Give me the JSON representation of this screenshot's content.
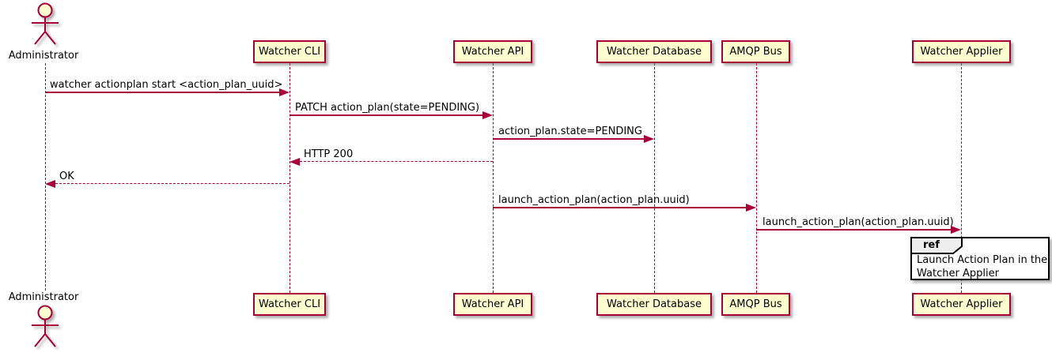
{
  "diagram": {
    "type": "sequence",
    "colors": {
      "background": "#FFFFFF",
      "participant_fill": "#FEFECE",
      "stroke": "#A80036",
      "text": "#000000",
      "ref_border": "#000000",
      "ref_tab_fill": "#EEEEEE"
    },
    "actor": {
      "name": "Administrator"
    },
    "participants": [
      {
        "label": "Watcher CLI"
      },
      {
        "label": "Watcher API"
      },
      {
        "label": "Watcher Database"
      },
      {
        "label": "AMQP Bus"
      },
      {
        "label": "Watcher Applier"
      }
    ],
    "messages": [
      {
        "from": "Administrator",
        "to": "Watcher CLI",
        "style": "solid",
        "label": "watcher actionplan start <action_plan_uuid>"
      },
      {
        "from": "Watcher CLI",
        "to": "Watcher API",
        "style": "solid",
        "label": "PATCH action_plan(state=PENDING)"
      },
      {
        "from": "Watcher API",
        "to": "Watcher Database",
        "style": "solid",
        "label": "action_plan.state=PENDING"
      },
      {
        "from": "Watcher API",
        "to": "Watcher CLI",
        "style": "dashed",
        "label": "HTTP 200"
      },
      {
        "from": "Watcher CLI",
        "to": "Administrator",
        "style": "dashed",
        "label": "OK"
      },
      {
        "from": "Watcher API",
        "to": "AMQP Bus",
        "style": "solid",
        "label": "launch_action_plan(action_plan.uuid)"
      },
      {
        "from": "AMQP Bus",
        "to": "Watcher Applier",
        "style": "solid",
        "label": "launch_action_plan(action_plan.uuid)"
      }
    ],
    "ref": {
      "keyword": "ref",
      "text": "Launch Action Plan in the\nWatcher Applier"
    }
  }
}
